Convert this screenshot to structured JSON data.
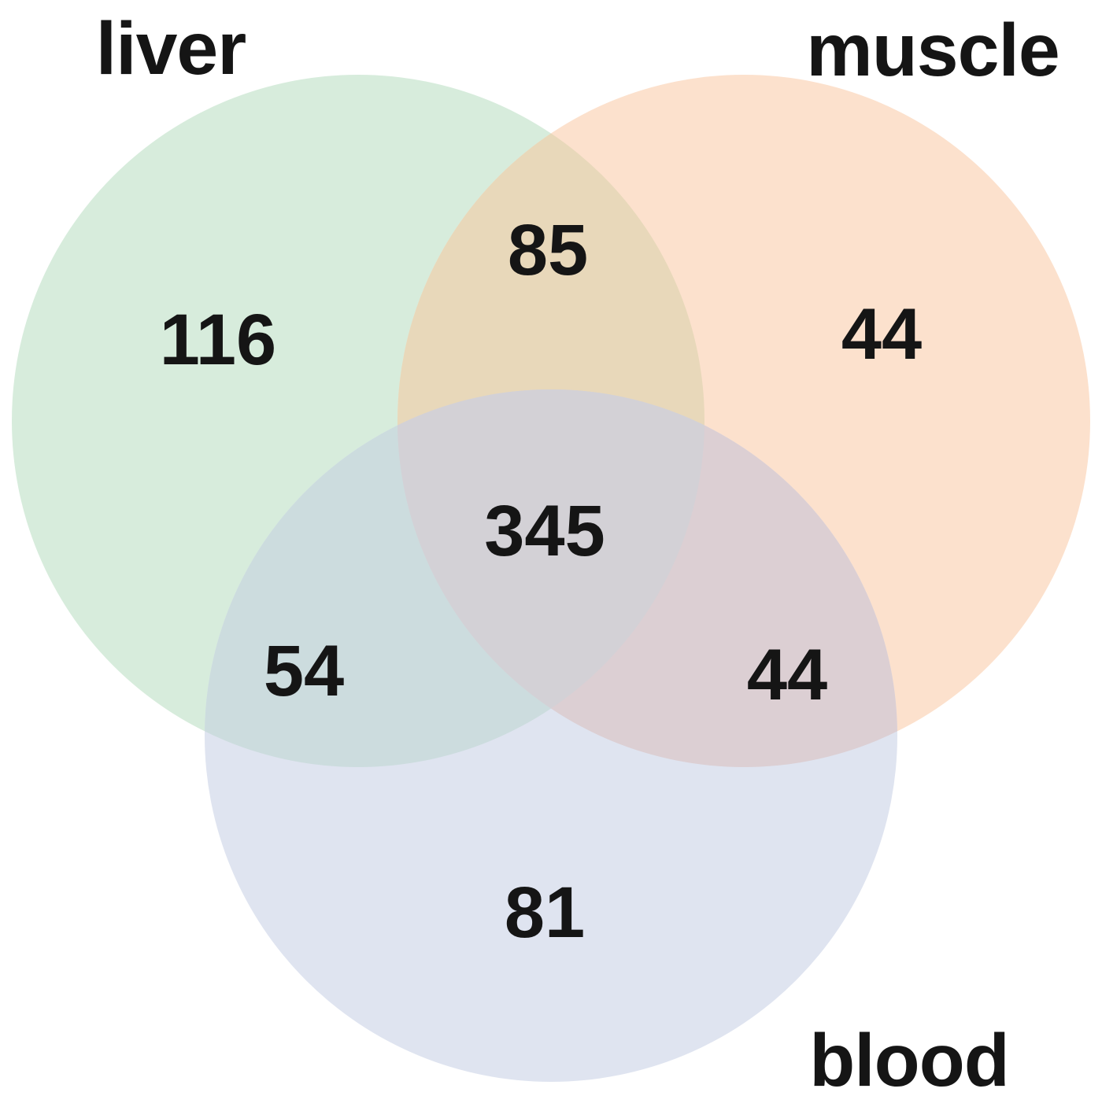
{
  "venn": {
    "type": "venn",
    "labels": {
      "liver": "liver",
      "muscle": "muscle",
      "blood": "blood"
    },
    "counts": {
      "liver_only": "116",
      "muscle_only": "44",
      "blood_only": "81",
      "liver_muscle": "85",
      "liver_blood": "54",
      "muscle_blood": "44",
      "all": "345"
    },
    "colors": {
      "liver": "#d7ecdc",
      "muscle": "#fce1cd",
      "blood": "#dfe4f0",
      "liver_muscle": "#e8d8ba",
      "liver_blood": "#ccdcde",
      "muscle_blood": "#dccfd3",
      "center": "#d3d1d6",
      "text": "#151515",
      "background": "#ffffff"
    }
  }
}
